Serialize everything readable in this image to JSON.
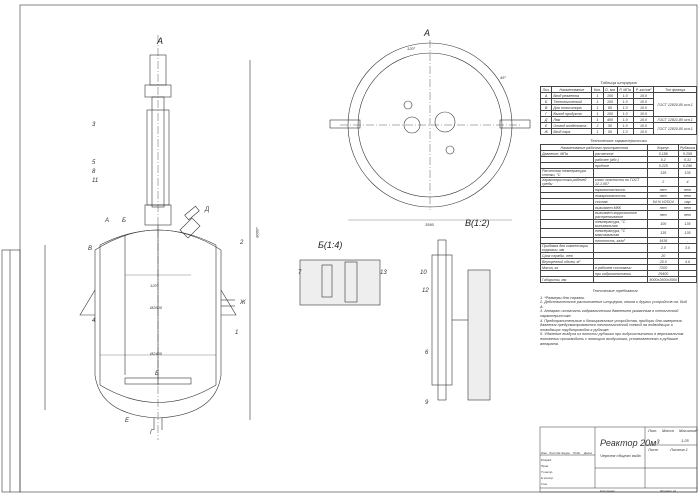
{
  "views": {
    "view_a": "A",
    "section_b": "Б(1:4)",
    "section_v": "В(1:2)",
    "arrow_a": "А",
    "labels": [
      "1",
      "2",
      "3",
      "4",
      "5",
      "8",
      "11",
      "7",
      "13",
      "10",
      "12",
      "6",
      "9",
      "Б",
      "В",
      "Г",
      "Д",
      "Е",
      "Ж",
      "А",
      "Б"
    ],
    "dims": {
      "diameter_2600": "Ø2600",
      "diameter_2400": "Ø2400",
      "height_8000": "8000*",
      "width_3560": "3560",
      "angle_120": "120°",
      "angle_45": "45°",
      "angle_120b": "120°"
    }
  },
  "nozzles": {
    "title": "Таблица штуцеров",
    "headers": [
      "Поз.",
      "Наименование",
      "Кол.",
      "D, мм",
      "P, МПа",
      "P, кгс/см²",
      "Тип фланца"
    ],
    "rows": [
      [
        "А",
        "Вход реагента",
        "1",
        "100",
        "1.0",
        "10.0"
      ],
      [
        "Б",
        "Технологический",
        "1",
        "100",
        "1.0",
        "10.0"
      ],
      [
        "В",
        "Для пиноситора",
        "1",
        "80",
        "1.0",
        "10.0"
      ],
      [
        "Г",
        "Выход продукта",
        "1",
        "100",
        "1.0",
        "10.0"
      ],
      [
        "Д",
        "Люк",
        "1",
        "400",
        "1.0",
        "10.0"
      ],
      [
        "Е",
        "Отвод конденсата",
        "2",
        "50",
        "1.0",
        "10.0"
      ],
      [
        "Ж",
        "Вход пара",
        "1",
        "50",
        "1.0",
        "10.0"
      ]
    ],
    "flange_types": [
      "ГОСТ 12820-80 исп.1",
      "ГОСТ 12821-80 исп.1",
      "ГОСТ 12820-80 исп.1"
    ]
  },
  "tech": {
    "title": "Технические характеристики",
    "headers": [
      "Наименование рабочего пространства",
      "Корпус",
      "Рубашка"
    ],
    "rows": [
      [
        "Давление, МПа",
        "расчетное",
        "0.186",
        "0.259"
      ],
      [
        "",
        "рабочее (абс.)",
        "0.2",
        "0.31"
      ],
      [
        "",
        "пробное",
        "0.225",
        "0.290"
      ],
      [
        "Расчетная температура стенки, °С",
        "",
        "135",
        "135"
      ],
      [
        "Характеристика рабочей среды",
        "класс опасности по ГОСТ 12.1.007",
        "2",
        "4"
      ],
      [
        "",
        "взрывоопасность",
        "нет",
        "нет"
      ],
      [
        "",
        "пожароопасность",
        "нет",
        "нет"
      ],
      [
        "",
        "состав",
        "54.% H2SO4",
        "пар"
      ],
      [
        "",
        "вызывает МКК",
        "нет",
        "нет"
      ],
      [
        "",
        "вызывает коррозионное растрескивание",
        "нет",
        "нет"
      ],
      [
        "",
        "температура, °С минимальная",
        "100",
        "135"
      ],
      [
        "",
        "температура, °С максимальная",
        "135",
        "135"
      ],
      [
        "",
        "плотность, кг/м³",
        "1636",
        "-"
      ],
      [
        "Прибавка для компенсации коррозии, мм",
        "",
        "2.0",
        "3.0"
      ],
      [
        "Срок службы, лет",
        "",
        "20",
        ""
      ],
      [
        "Внутренний объем, м³",
        "",
        "20.0",
        "4.6"
      ],
      [
        "Масса, кг",
        "в рабочем состоянии",
        "7200",
        ""
      ],
      [
        "",
        "при гидроиспытании",
        "29400",
        ""
      ],
      [
        "Габариты, мм",
        "",
        "8000x2600x3560",
        ""
      ]
    ]
  },
  "requirements": {
    "title": "Технические требования",
    "items": [
      "1. *Размеры для справок.",
      "2. Действительное расположение штуцеров, люков и других устройств см. Вид А.",
      "3. Аппарат испытать гидравлическим давлением указанным в технической характеристике.",
      "4. Предохранительные и блокировочные устройства, приборы для измерения давления предусматриваются технологической схемой на подводящих и отводящих трубопроводах к рубашке.",
      "5. Удаление воздуха из полости рубашки при гидроиспытании в вертикальном положении производить с помощью воздушника, установленного в рубашке аппарата."
    ]
  },
  "title_block": {
    "name": "Реактор 20м³",
    "subtitle": "Чертеж общего вида",
    "cols": [
      "Изм.",
      "Лист",
      "№ докум.",
      "Подп.",
      "Дата"
    ],
    "rows": [
      "Разраб.",
      "Пров.",
      "Т.контр.",
      "Н.контр.",
      "Утв."
    ],
    "lit": "Лит.",
    "mass": "Масса",
    "scale": "Масштаб",
    "scale_value": "1:25",
    "sheet": "Лист",
    "sheets": "Листов 1",
    "copied": "Копировал",
    "format": "Формат A1"
  }
}
